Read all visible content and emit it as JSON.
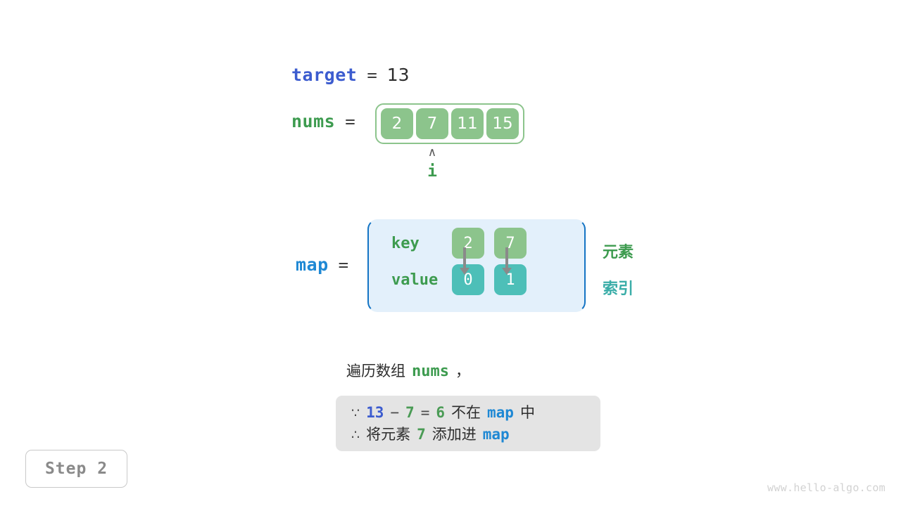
{
  "target": {
    "label": "target",
    "equals": "=",
    "value": "13"
  },
  "nums": {
    "label": "nums",
    "equals": "=",
    "cells": [
      "2",
      "7",
      "11",
      "15"
    ],
    "pointer": {
      "caret": "∧",
      "label": "i",
      "index": 1
    }
  },
  "map": {
    "label": "map",
    "equals": "=",
    "key_label": "key",
    "value_label": "value",
    "keys": [
      "2",
      "7"
    ],
    "values": [
      "0",
      "1"
    ],
    "annotations": {
      "element": "元素",
      "index": "索引"
    }
  },
  "caption": {
    "prefix": "遍历数组",
    "code": "nums",
    "suffix": "，"
  },
  "note": {
    "line1": {
      "symbol": "∵",
      "a": "13",
      "minus": "−",
      "b": "7",
      "eq": "=",
      "result": "6",
      "text": "不在",
      "map": "map",
      "tail": "中"
    },
    "line2": {
      "symbol": "∴",
      "text1": "将元素",
      "num": "7",
      "text2": "添加进",
      "map": "map"
    }
  },
  "step": {
    "label": "Step 2"
  },
  "watermark": {
    "text": "www.hello-algo.com"
  },
  "colors": {
    "green_cell": "#8cc48c",
    "teal_cell": "#4dbfb8",
    "var_green": "#3d9b4f",
    "var_blue_dark": "#3c5ccf",
    "var_blue_light": "#1e88d4",
    "map_box_bg": "#e3f0fb",
    "map_box_border": "#1474c4",
    "note_bg": "#e4e4e4",
    "arrow": "#8a8a8a"
  }
}
